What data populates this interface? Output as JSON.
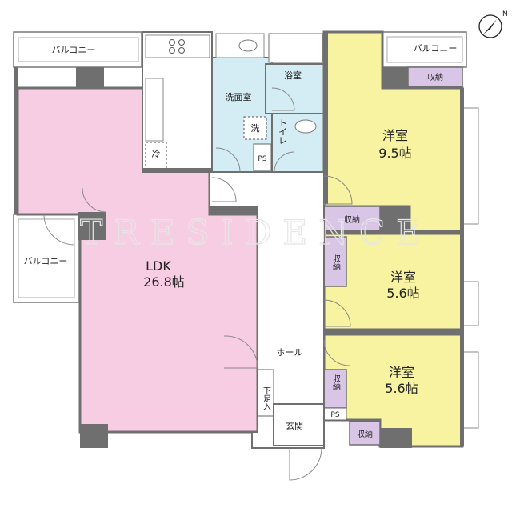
{
  "rooms": {
    "ldk": {
      "name": "LDK",
      "size": "26.8帖"
    },
    "bedroom1": {
      "name": "洋室",
      "size": "9.5帖"
    },
    "bedroom2": {
      "name": "洋室",
      "size": "5.6帖"
    },
    "bedroom3": {
      "name": "洋室",
      "size": "5.6帖"
    },
    "washroom": "洗面室",
    "bathroom": "浴室",
    "toilet": "トイレ",
    "hall": "ホール",
    "entrance": "玄関",
    "shoe_box": "下足入"
  },
  "balconies": {
    "top_left": "バルコニー",
    "top_right": "バルコニー",
    "left": "バルコニー"
  },
  "storage": {
    "bedroom1_top": "収納",
    "bedroom1_bottom": "収納",
    "bedroom2": "収納",
    "bedroom3": "収納",
    "entrance": "収納"
  },
  "fixtures": {
    "fridge": "冷",
    "washer": "洗",
    "pipe_space_1": "PS",
    "pipe_space_2": "PS"
  },
  "watermark": "TRESIDENCE",
  "colors": {
    "ldk": "#f7cde3",
    "bedroom": "#f7f3a0",
    "wet_area": "#d4ecf3",
    "storage": "#d9c6e6",
    "wall": "#6f6f6f"
  },
  "compass": "north-arrow"
}
